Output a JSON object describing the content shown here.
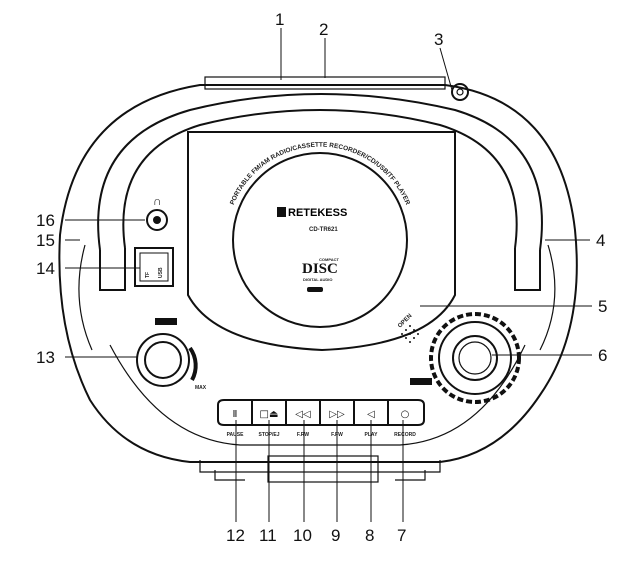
{
  "callouts": [
    "1",
    "2",
    "3",
    "4",
    "5",
    "6",
    "7",
    "8",
    "9",
    "10",
    "11",
    "12",
    "13",
    "14",
    "15",
    "16"
  ],
  "device": {
    "brand": "RETEKESS",
    "model": "CD-TR621",
    "lid_text": "PORTABLE FM/AM RADIO/CASSETTE RECORDER/CD/USB/TF PLAYER",
    "disc_logo": "DISC",
    "disc_sub_1": "COMPACT",
    "disc_sub_2": "DIGITAL AUDIO",
    "open_label": "OPEN",
    "max_label": "MAX",
    "headphone_symbol": "∩",
    "usb_label": "USB",
    "tf_label": "TF",
    "buttons": [
      {
        "symbol": "Ⅱ",
        "label": "PAUSE"
      },
      {
        "symbol": "□⏏",
        "label": "STOP/EJ"
      },
      {
        "symbol": "◁◁",
        "label": "F.RW"
      },
      {
        "symbol": "▷▷",
        "label": "F.FW"
      },
      {
        "symbol": "◁",
        "label": "PLAY"
      },
      {
        "symbol": "○",
        "label": "RECORD"
      }
    ]
  }
}
